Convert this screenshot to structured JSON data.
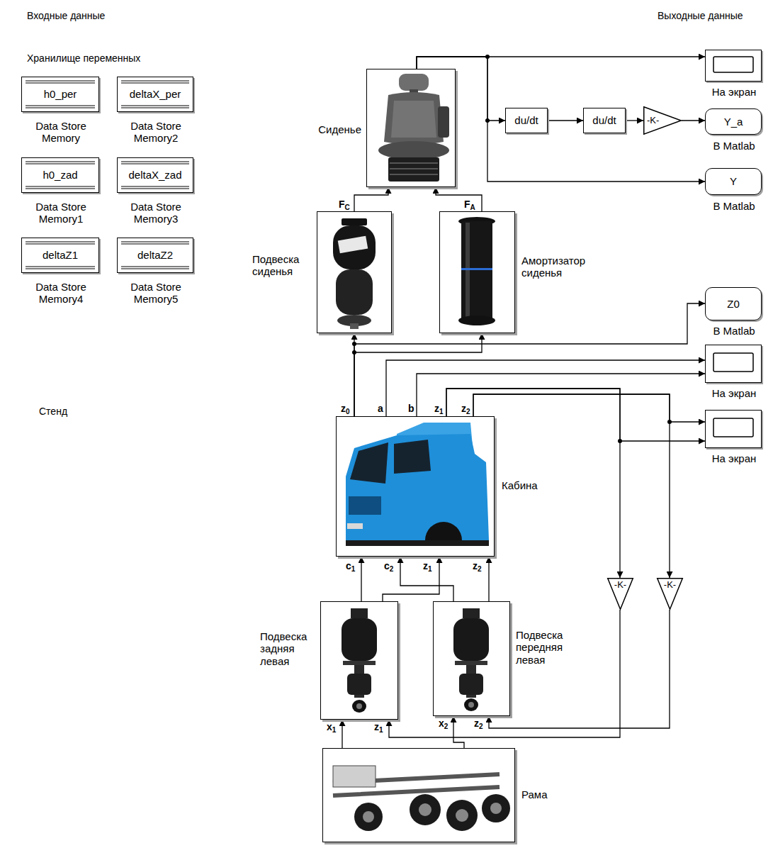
{
  "diagram": {
    "nodes": [
      {
        "text": [
          "h0_per",
          "Data Store Memory"
        ]
      },
      {
        "text": [
          "deltaX_per",
          "Data Store Memory2"
        ]
      },
      {
        "text": [
          "h0_zad",
          "Data Store Memory1"
        ]
      },
      {
        "text": [
          "deltaX_zad",
          "Data Store Memory3"
        ]
      },
      {
        "text": [
          "deltaZ1",
          "Data Store Memory4"
        ]
      },
      {
        "text": [
          "deltaZ2",
          "Data Store Memory5"
        ]
      },
      {
        "text": [
          "Сиденье"
        ]
      },
      {
        "text": [
          "На экран"
        ]
      },
      {
        "text": [
          "du/dt"
        ]
      },
      {
        "text": [
          "du/dt"
        ]
      },
      {
        "text": [
          "-K-"
        ]
      },
      {
        "text": [
          "Y_a",
          "В Matlab"
        ]
      },
      {
        "text": [
          "Y",
          "В Matlab"
        ]
      },
      {
        "text": [
          "Подвеска сиденья"
        ]
      },
      {
        "text": [
          "Амортизатор сиденья"
        ]
      },
      {
        "text": [
          "Z0",
          "В Matlab"
        ]
      },
      {
        "text": [
          "На экран"
        ]
      },
      {
        "text": [
          "На экран"
        ]
      },
      {
        "text": [
          "Кабина"
        ]
      },
      {
        "text": [
          "-K-"
        ]
      },
      {
        "text": [
          "-K-"
        ]
      },
      {
        "text": [
          "Подвеска задняя левая"
        ]
      },
      {
        "text": [
          "Подвеска передняя левая"
        ]
      },
      {
        "text": [
          "Рама"
        ]
      }
    ],
    "edges": [
      {
        "from": 6,
        "to": 7,
        "arrow": "to"
      },
      {
        "from": 6,
        "to": 8,
        "arrow": "to"
      },
      {
        "from": 8,
        "to": 9,
        "arrow": "to"
      },
      {
        "from": 9,
        "to": 10,
        "arrow": "to"
      },
      {
        "from": 10,
        "to": 11,
        "arrow": "to"
      },
      {
        "from": 6,
        "to": 12,
        "arrow": "to"
      },
      {
        "from": 13,
        "to": 6,
        "arrow": "to"
      },
      {
        "from": 14,
        "to": 6,
        "arrow": "to"
      },
      {
        "from": 18,
        "to": 13,
        "arrow": "to"
      },
      {
        "from": 18,
        "to": 14,
        "arrow": "to"
      },
      {
        "from": 18,
        "to": 15,
        "arrow": "to"
      },
      {
        "from": 18,
        "to": 16,
        "arrow": "to"
      },
      {
        "from": 18,
        "to": 16,
        "arrow": "to"
      },
      {
        "from": 18,
        "to": 19,
        "arrow": "to"
      },
      {
        "from": 18,
        "to": 17,
        "arrow": "to"
      },
      {
        "from": 18,
        "to": 20,
        "arrow": "to"
      },
      {
        "from": 18,
        "to": 17,
        "arrow": "to"
      },
      {
        "from": 19,
        "to": 21,
        "arrow": "to"
      },
      {
        "from": 20,
        "to": 22,
        "arrow": "to"
      },
      {
        "from": 21,
        "to": 18,
        "arrow": "to"
      },
      {
        "from": 21,
        "to": 18,
        "arrow": "to"
      },
      {
        "from": 22,
        "to": 18,
        "arrow": "to"
      },
      {
        "from": 22,
        "to": 18,
        "arrow": "to"
      },
      {
        "from": 23,
        "to": 21,
        "arrow": "to"
      },
      {
        "from": 23,
        "to": 22,
        "arrow": "to"
      }
    ],
    "labels": [
      "Входные данные",
      "Выходные данные",
      "Хранилище переменных",
      "Стенд",
      "FC",
      "FA",
      "z0",
      "a",
      "b",
      "z1",
      "z2",
      "c1",
      "c2",
      "z1",
      "z2",
      "x1",
      "z1",
      "x2",
      "z2"
    ]
  }
}
